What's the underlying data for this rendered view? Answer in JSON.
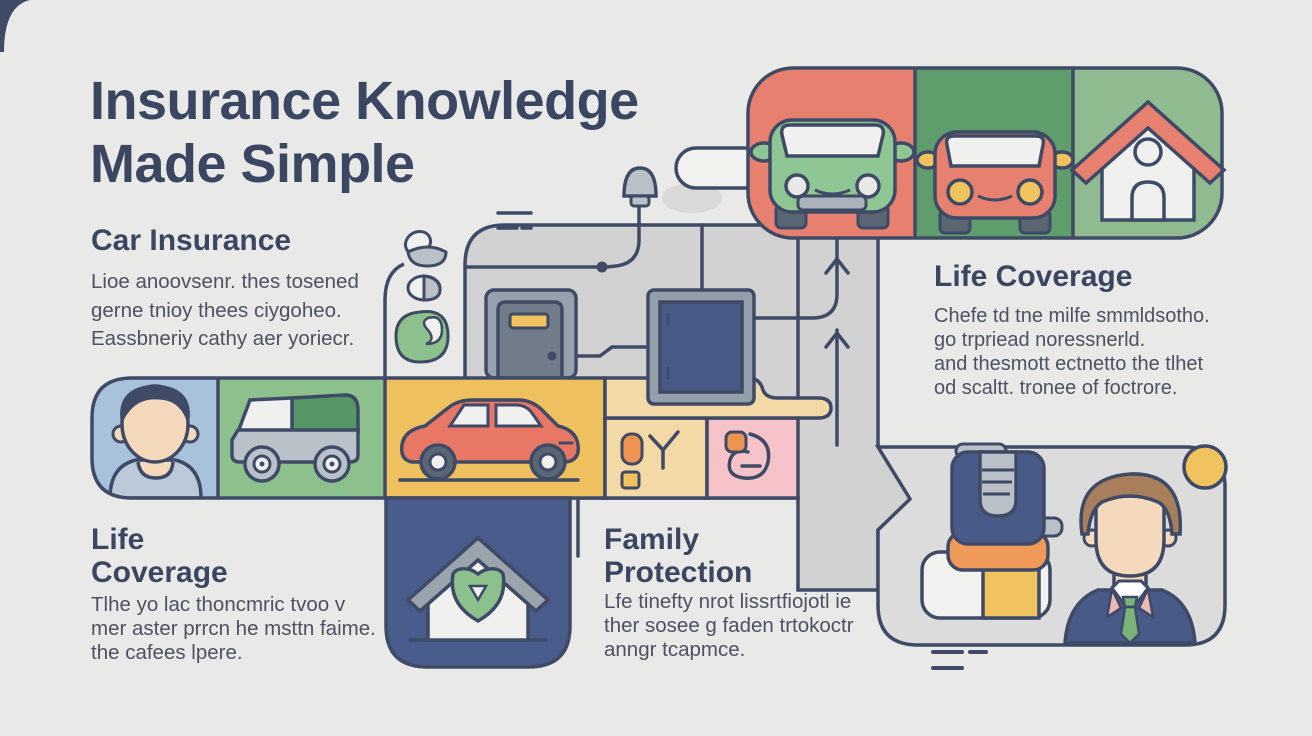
{
  "title": {
    "line1": "Insurance Knowledge",
    "line2": "Made Simple"
  },
  "sections": {
    "car_insurance": {
      "heading": "Car Insurance",
      "body_lines": [
        "Lioe anoovsenr. thes tosened",
        "gerne tnioy thees ciygoheo.",
        "Eassbneriy cathy aer yoriecr."
      ]
    },
    "life_coverage_right": {
      "heading": "Life Coverage",
      "body_lines": [
        "Chefe td tne milfe smmldsotho.",
        "go trpriead noressnerld.",
        "and thesmott ectnetto the tlhet",
        "od scaltt. tronee of foctrore."
      ]
    },
    "life_coverage_left": {
      "heading_line1": "Life",
      "heading_line2": "Coverage",
      "body_lines": [
        "Tlhe yo lac thoncmric tvoo v",
        "mer aster prrcn he msttn faime.",
        "the cafees lpere."
      ]
    },
    "family_protection": {
      "heading_line1": "Family",
      "heading_line2": "Protection",
      "body_lines": [
        "Lfe tinefty nrot lissrtfiojotl ie",
        "ther sosee g faden trtokoctr",
        "anngr tcapmce."
      ]
    }
  },
  "icons": {
    "top_row": [
      "green-car-front-icon",
      "red-car-front-icon",
      "house-icon"
    ],
    "middle_row": [
      "person-avatar-icon",
      "van-icon",
      "red-car-side-icon",
      "alert-glyphs-icon",
      "doodle-glyph-icon"
    ],
    "bottom_row": [
      "home-shield-icon",
      "magnet-device-icon",
      "businessman-icon"
    ],
    "decor": [
      "bell-icon",
      "plant-leaves-icon",
      "door-icon",
      "tv-screen-icon",
      "up-arrow-icon",
      "speed-dashes-icon",
      "sun-dot-icon"
    ]
  },
  "colors": {
    "background": "#e9e9e7",
    "outline_navy": "#3e4a66",
    "heading_text": "#3a4662",
    "body_text": "#4c5263",
    "block_red": "#e8806f",
    "block_green": "#5f9d6d",
    "block_light_green": "#90ba8f",
    "block_blue": "#a9c2dc",
    "block_mid_green": "#8cc08d",
    "block_yellow": "#eec05e",
    "block_tan": "#f3d9a5",
    "block_pink": "#f6c3c9",
    "block_navy": "#4a5c8c",
    "accent_orange": "#ef9350",
    "gray_panel": "#d2d2d3",
    "gray_card": "#dcdcdd"
  }
}
